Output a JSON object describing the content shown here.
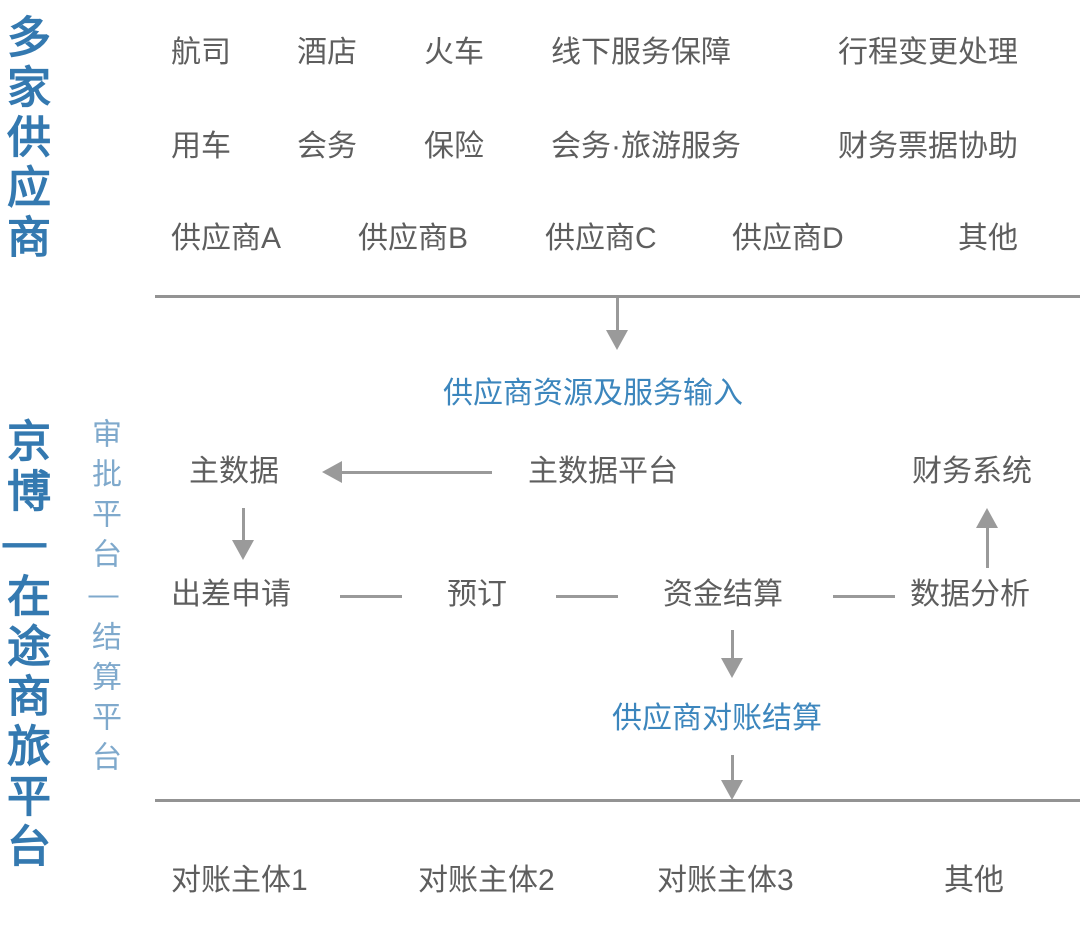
{
  "colors": {
    "primary_blue": "#3479b0",
    "light_blue": "#7fa9cc",
    "accent_blue": "#3c86bd",
    "text_gray": "#5e5e5e",
    "line_gray": "#9a9a9a",
    "divider_gray": "#939393",
    "background": "#ffffff"
  },
  "side_labels": {
    "suppliers": "多家供应商",
    "platform": "京博—在途商旅平台",
    "approval": "审批平台—结算平台"
  },
  "supplier_section": {
    "rows": [
      {
        "items": [
          "航司",
          "酒店",
          "火车",
          "线下服务保障",
          "行程变更处理"
        ]
      },
      {
        "items": [
          "用车",
          "会务",
          "保险",
          "会务·旅游服务",
          "财务票据协助"
        ]
      },
      {
        "items": [
          "供应商A",
          "供应商B",
          "供应商C",
          "供应商D",
          "其他"
        ]
      }
    ]
  },
  "input_flow": {
    "label": "供应商资源及服务输入"
  },
  "platform_section": {
    "master_data": "主数据",
    "master_data_platform": "主数据平台",
    "finance_system": "财务系统",
    "process_steps": [
      "出差申请",
      "预订",
      "资金结算",
      "数据分析"
    ]
  },
  "settlement_flow": {
    "label": "供应商对账结算"
  },
  "entity_section": {
    "items": [
      "对账主体1",
      "对账主体2",
      "对账主体3",
      "其他"
    ]
  }
}
